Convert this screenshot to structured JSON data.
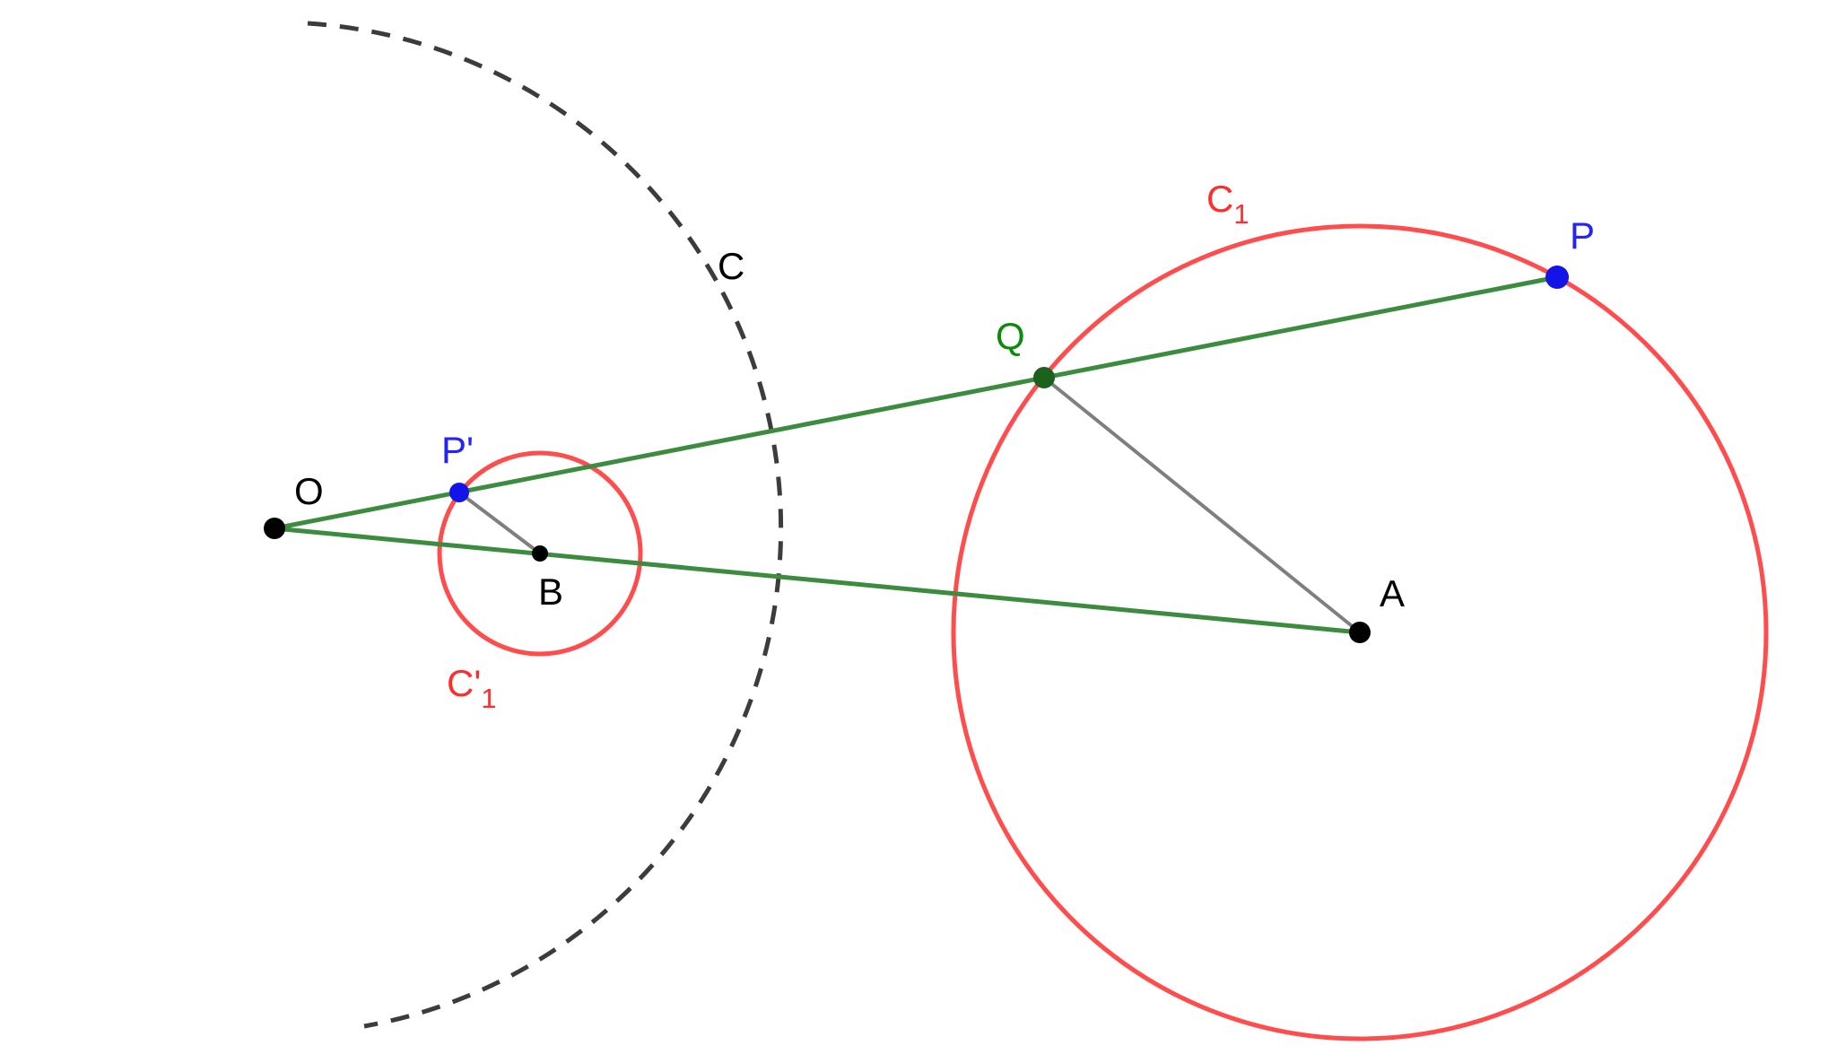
{
  "background": "#FFFFFF",
  "points": {
    "O": {
      "label": "O",
      "fill": "#000000",
      "label_color": "#000000"
    },
    "B": {
      "label": "B",
      "fill": "#000000",
      "label_color": "#000000"
    },
    "A": {
      "label": "A",
      "fill": "#000000",
      "label_color": "#000000"
    },
    "P": {
      "label": "P",
      "fill": "#1414E8",
      "label_color": "#2323FF"
    },
    "P_prime": {
      "label": "P'",
      "fill": "#1414E8",
      "label_color": "#2323FF"
    },
    "Q": {
      "label": "Q",
      "fill": "#1C611C",
      "label_color": "#0B8A0B"
    }
  },
  "circles": {
    "C1": {
      "label_base": "C",
      "label_sub": "1",
      "stroke": "#FF4D4D",
      "label_color": "#FF2D2D"
    },
    "C1_prime": {
      "label_base": "C'",
      "label_sub": "1",
      "stroke": "#FF4D4D",
      "label_color": "#FF2D2D"
    },
    "C_dashed": {
      "label": "C",
      "stroke": "#3C3C3C",
      "label_color": "#000000"
    }
  },
  "segments": {
    "green": "#3C8C40",
    "gray": "#7F7F7F"
  }
}
